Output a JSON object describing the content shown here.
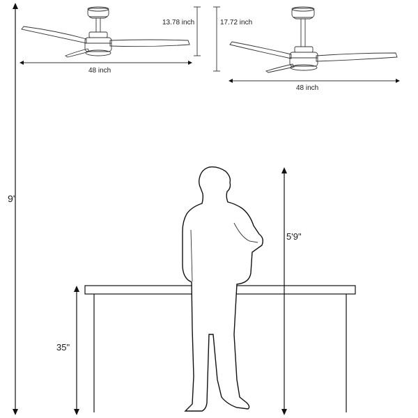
{
  "fan_short": {
    "height_label": "13.78 inch",
    "width_label": "48 inch"
  },
  "fan_long": {
    "height_label": "17.72 inch",
    "width_label": "48 inch"
  },
  "ceiling_height_label": "9'",
  "person_height_label": "5'9\"",
  "table_height_label": "35\""
}
